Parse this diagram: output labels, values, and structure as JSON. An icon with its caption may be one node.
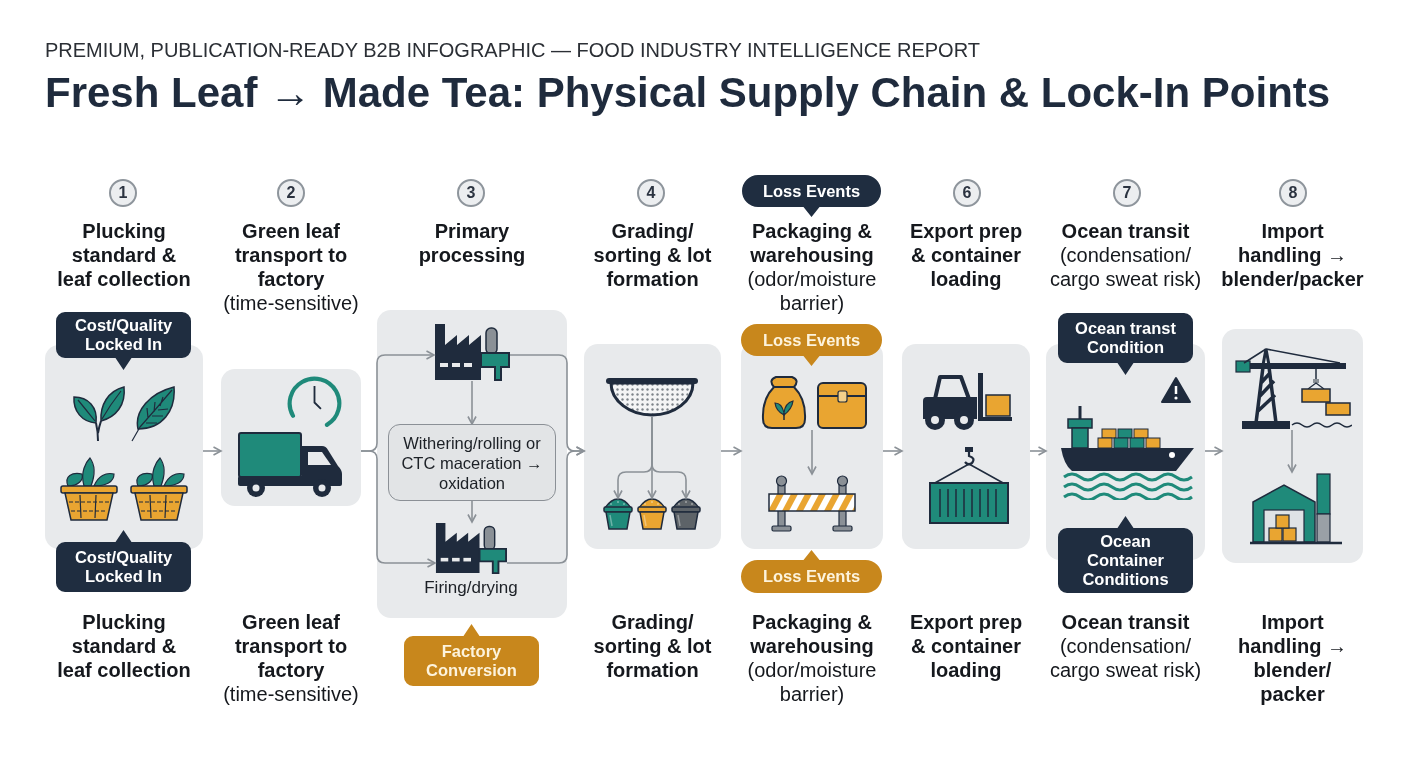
{
  "diagram": {
    "title": "Fresh Leaf → Made Tea: Physical Supply Chain & Lock-In Points",
    "nodes": [
      {
        "text": [
          "1"
        ]
      },
      {
        "text": [
          "Plucking standard & leaf collection"
        ]
      },
      {
        "text": [
          "Cost/Quality Locked In"
        ]
      },
      {
        "text": [
          "Cost/Quality Locked In"
        ]
      },
      {
        "text": [
          "2"
        ]
      },
      {
        "text": [
          "Green leaf transport to factory",
          "(time-sensitive)"
        ]
      },
      {
        "text": [
          "3"
        ]
      },
      {
        "text": [
          "Primary processing"
        ]
      },
      {
        "text": [],
        "shape": "picture",
        "in": 7
      },
      {
        "text": [
          "Withering/rolling or CTC maceration → oxidation"
        ],
        "in": 7
      },
      {
        "text": [],
        "shape": "picture",
        "in": 7,
        "beside": [
          "Firing/drying"
        ]
      },
      {
        "text": [
          "Factory Conversion"
        ]
      },
      {
        "text": [
          "4"
        ]
      },
      {
        "text": [
          "Grading/ sorting & lot formation"
        ]
      },
      {
        "text": [],
        "shape": "sieve",
        "in": 13
      },
      {
        "text": [],
        "shape": "bucket",
        "in": 13
      },
      {
        "text": [],
        "shape": "bucket",
        "in": 13
      },
      {
        "text": [],
        "shape": "bucket",
        "in": 13
      },
      {
        "text": [
          "Loss Events"
        ]
      },
      {
        "text": [
          "Packaging & warehousing",
          "(odor/moisture barrier)"
        ]
      },
      {
        "text": [
          "Loss Events"
        ]
      },
      {
        "text": [],
        "shape": "picture",
        "in": 19
      },
      {
        "text": [],
        "shape": "picture",
        "in": 19
      },
      {
        "text": [
          "Loss Events"
        ]
      },
      {
        "text": [
          "6"
        ]
      },
      {
        "text": [
          "Export prep & container loading"
        ]
      },
      {
        "text": [
          "7"
        ]
      },
      {
        "text": [
          "Ocean transit",
          "(condensation/ cargo sweat risk)"
        ]
      },
      {
        "text": [
          "Ocean transt Condition"
        ]
      },
      {
        "text": [
          "Ocean Container Conditions"
        ]
      },
      {
        "text": [
          "8"
        ]
      },
      {
        "text": [
          "Import handling → blender/packer"
        ]
      },
      {
        "text": [],
        "shape": "picture",
        "in": 31
      },
      {
        "text": [],
        "shape": "picture",
        "in": 31
      }
    ],
    "edges": [
      {
        "from": 1,
        "to": 5,
        "arrow": "to"
      },
      {
        "from": 5,
        "to": 8,
        "arrow": "to"
      },
      {
        "from": 5,
        "to": 10,
        "arrow": "to"
      },
      {
        "from": 8,
        "to": 9,
        "arrow": "to"
      },
      {
        "from": 9,
        "to": 10,
        "arrow": "to"
      },
      {
        "from": 8,
        "to": 13,
        "arrow": "to"
      },
      {
        "from": 10,
        "to": 13,
        "arrow": "to"
      },
      {
        "from": 14,
        "to": 15,
        "arrow": "to"
      },
      {
        "from": 14,
        "to": 16,
        "arrow": "to"
      },
      {
        "from": 14,
        "to": 17,
        "arrow": "to"
      },
      {
        "from": 13,
        "to": 19,
        "arrow": "to"
      },
      {
        "from": 21,
        "to": 22,
        "arrow": "to"
      },
      {
        "from": 19,
        "to": 25,
        "arrow": "to"
      },
      {
        "from": 25,
        "to": 27,
        "arrow": "to"
      },
      {
        "from": 27,
        "to": 31,
        "arrow": "to"
      },
      {
        "from": 32,
        "to": 33,
        "arrow": "to"
      }
    ],
    "labels": [
      "PREMIUM, PUBLICATION-READY B2B INFOGRAPHIC — FOOD INDUSTRY INTELLIGENCE REPORT",
      "Plucking standard & leaf collection",
      "Green leaf transport to factory",
      "(time-sensitive)",
      "Grading/ sorting & lot formation",
      "Packaging & warehousing",
      "(odor/moisture barrier)",
      "Export prep & container loading",
      "Ocean transit",
      "(condensation/ cargo sweat risk)",
      "Import handling → blender/ packer"
    ]
  }
}
